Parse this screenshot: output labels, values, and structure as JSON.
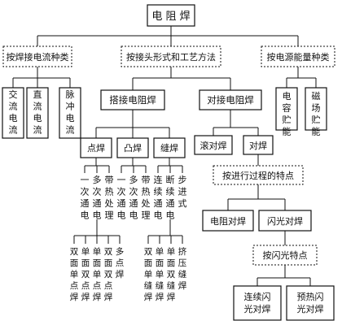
{
  "diagram": {
    "root": "电 阻 焊",
    "categories": {
      "by_current": "按焊接电流种类",
      "by_joint_process": "按接头形式和工艺方法",
      "by_energy": "按电源能量种类"
    },
    "current_types": [
      "交流电流",
      "直流电流",
      "脉冲电流"
    ],
    "energy_types": [
      "电容贮能",
      "磁场贮能"
    ],
    "lap": {
      "label": "搭接电阻焊",
      "methods": [
        "点焊",
        "凸焊",
        "缝焊"
      ],
      "spot_modes": [
        "一次通电",
        "多次通电",
        "带热处理"
      ],
      "projection_modes": [
        "一次通电",
        "多次通电",
        "带热处理"
      ],
      "seam_modes": [
        "连续通电",
        "断续通电",
        "步进式"
      ],
      "spot_types": [
        "双面单点焊",
        "单面双点焊",
        "单面单点焊",
        "双面双点焊",
        "多点焊"
      ],
      "seam_types": [
        "双面单缝焊",
        "单面单缝焊",
        "单面双缝焊",
        "挤压缝焊"
      ]
    },
    "butt": {
      "label": "对接电阻焊",
      "methods": [
        "滚对焊",
        "对焊"
      ],
      "process_feature": "按进行过程的特点",
      "process_types": [
        "电阻对焊",
        "闪光对焊"
      ],
      "flash_feature": "按闪光特点",
      "flash_types": [
        "连续闪光对焊",
        "预热闪光对焊"
      ]
    }
  }
}
